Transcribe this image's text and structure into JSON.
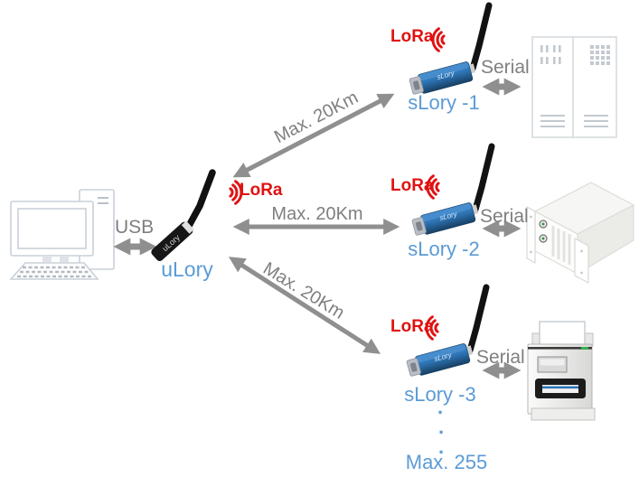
{
  "colors": {
    "lora_red": "#e01212",
    "label_blue": "#5b9bd5",
    "text_gray": "#7f7f7f",
    "arrow_gray": "#8f8f8f",
    "ulory_body_black": "#161616",
    "slory_body_blue": "#2e75b6",
    "icon_outline_gray": "#c9d0d8"
  },
  "host_computer": {
    "icon": "desktop-computer-icon"
  },
  "usb_link": {
    "label": "USB"
  },
  "ulory": {
    "device_print": "uLory",
    "label": "uLory",
    "lora_label": "LoRa"
  },
  "links": [
    {
      "range_label": "Max. 20Km"
    },
    {
      "range_label": "Max. 20Km"
    },
    {
      "range_label": "Max. 20Km"
    }
  ],
  "nodes": [
    {
      "lora_label": "LoRa",
      "device_print": "sLory",
      "label": "sLory -1",
      "serial_label": "Serial",
      "peripheral": "cabinet-icon"
    },
    {
      "lora_label": "LoRa",
      "device_print": "sLory",
      "label": "sLory -2",
      "serial_label": "Serial",
      "peripheral": "server-icon"
    },
    {
      "lora_label": "LoRa",
      "device_print": "sLory",
      "label": "sLory -3",
      "serial_label": "Serial",
      "peripheral": "printer-icon"
    }
  ],
  "more_nodes": {
    "ellipsis": [
      "·",
      "·",
      "·"
    ],
    "label": "Max. 255"
  }
}
